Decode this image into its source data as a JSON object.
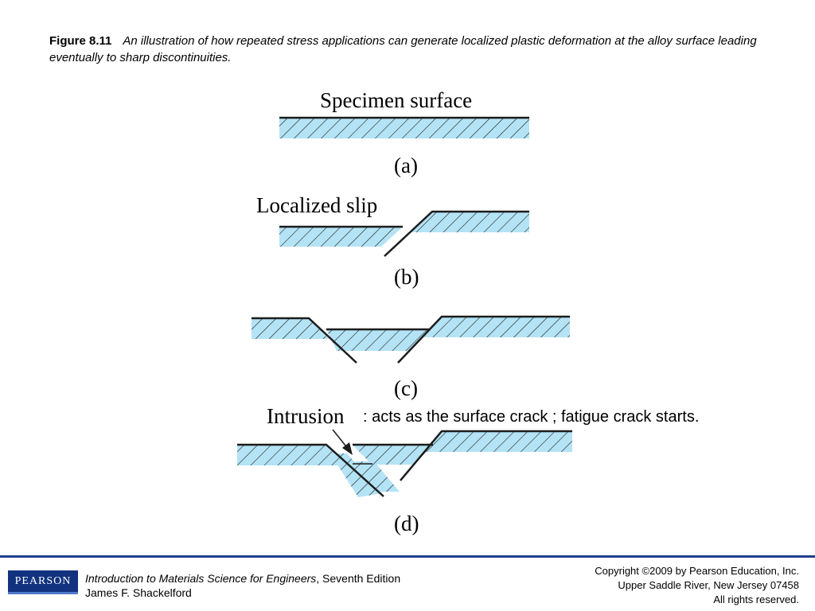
{
  "caption": {
    "figure_number": "Figure 8.11",
    "text": "An illustration of how repeated stress applications can generate localized plastic deformation at the alloy surface leading eventually to sharp discontinuities."
  },
  "diagram": {
    "labels": {
      "specimen_surface": "Specimen surface",
      "localized_slip": "Localized  slip",
      "intrusion": "Intrusion"
    },
    "panels": [
      "(a)",
      "(b)",
      "(c)",
      "(d)"
    ],
    "annotation": ": acts as the surface crack ; fatigue crack starts.",
    "colors": {
      "fill": "#b3e3f5",
      "line": "#1c1c1c"
    }
  },
  "footer": {
    "logo_text": "PEARSON",
    "book_title": "Introduction to Materials Science for Engineers",
    "book_edition": ", Seventh Edition",
    "author": "James F. Shackelford",
    "copyright_lines": [
      "Copyright ©2009 by Pearson Education, Inc.",
      "Upper Saddle River, New Jersey 07458",
      "All rights reserved."
    ],
    "colors": {
      "rule": "#1f3f8f",
      "logo_bg": "#12327f"
    }
  }
}
